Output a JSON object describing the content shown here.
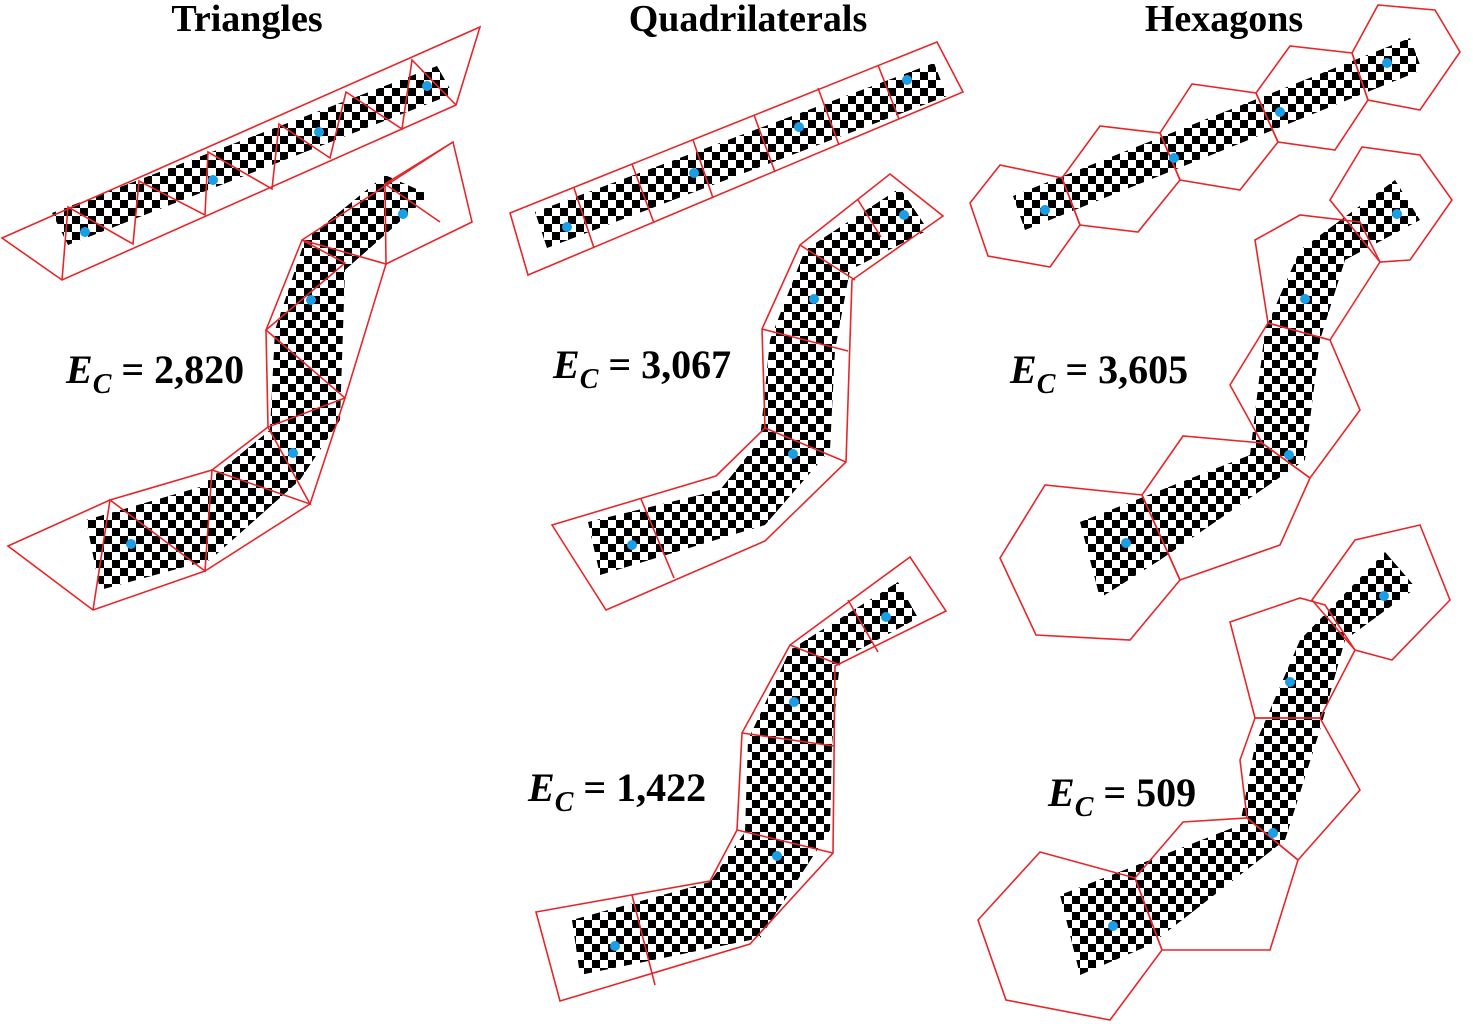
{
  "columns": [
    {
      "key": "triangles",
      "title": "Triangles"
    },
    {
      "key": "quadrilaterals",
      "title": "Quadrilaterals"
    },
    {
      "key": "hexagons",
      "title": "Hexagons"
    }
  ],
  "energy_labels": [
    {
      "key": "tri_bent",
      "symbol": "E",
      "subscript": "C",
      "value": "2,820"
    },
    {
      "key": "quad_bent",
      "symbol": "E",
      "subscript": "C",
      "value": "3,067"
    },
    {
      "key": "quad_bent_opt",
      "symbol": "E",
      "subscript": "C",
      "value": "1,422"
    },
    {
      "key": "hex_bent",
      "symbol": "E",
      "subscript": "C",
      "value": "3,605"
    },
    {
      "key": "hex_bent_opt",
      "symbol": "E",
      "subscript": "C",
      "value": "509"
    }
  ],
  "colors": {
    "cell_outline": "#e8262a",
    "checker_dark": "#000000",
    "checker_light": "#ffffff",
    "site_marker": "#1a9ee6"
  }
}
